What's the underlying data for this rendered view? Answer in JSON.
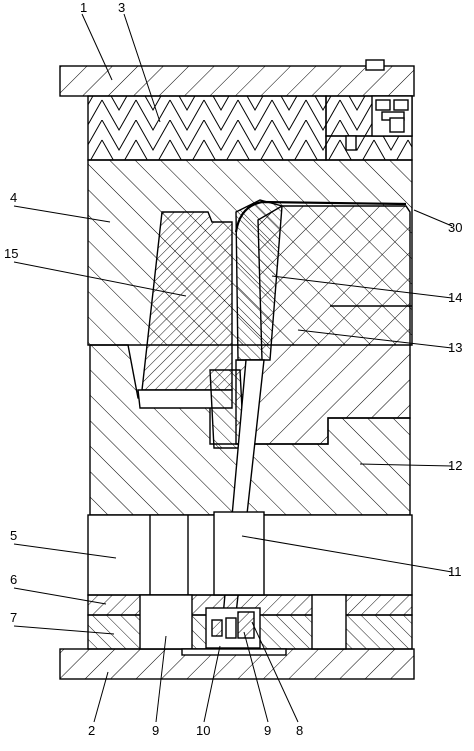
{
  "diagram": {
    "type": "mold-cross-section",
    "line_color": "#000000",
    "background": "#ffffff",
    "labels": {
      "l1": "1",
      "l2": "2",
      "l3": "3",
      "l4": "4",
      "l5": "5",
      "l6": "6",
      "l7": "7",
      "l8": "8",
      "l9a": "9",
      "l9b": "9",
      "l10": "10",
      "l11": "11",
      "l12": "12",
      "l13": "13",
      "l14": "14",
      "l15": "15",
      "l30": "30"
    }
  }
}
